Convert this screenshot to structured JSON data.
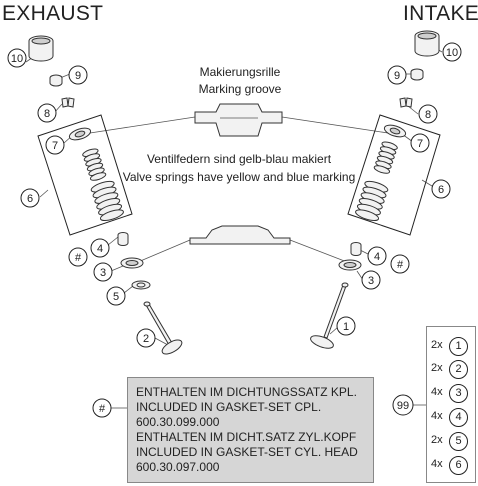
{
  "titles": {
    "exhaust": "EXHAUST",
    "intake": "INTAKE"
  },
  "notes": {
    "marking_de": "Makierungsrille",
    "marking_en": "Marking groove",
    "springs_de": "Ventilfedern sind gelb-blau makiert",
    "springs_en": "Valve springs have yellow and blue marking"
  },
  "callouts": {
    "exhaust": [
      "10",
      "9",
      "8",
      "7",
      "6",
      "#",
      "4",
      "3",
      "5",
      "2"
    ],
    "intake": [
      "10",
      "9",
      "8",
      "7",
      "6",
      "4",
      "#",
      "3",
      "1"
    ]
  },
  "gasket_box": {
    "ref": "#",
    "lines": [
      "ENTHALTEN IM DICHTUNGSSATZ KPL.",
      "INCLUDED IN GASKET-SET CPL.",
      "600.30.099.000",
      "ENTHALTEN IM DICHT.SATZ ZYL.KOPF",
      "INCLUDED IN GASKET-SET CYL. HEAD",
      "600.30.097.000"
    ]
  },
  "kit": {
    "ref": "99",
    "items": [
      {
        "qty": "2x",
        "part": "1"
      },
      {
        "qty": "2x",
        "part": "2"
      },
      {
        "qty": "4x",
        "part": "3"
      },
      {
        "qty": "4x",
        "part": "4"
      },
      {
        "qty": "2x",
        "part": "5"
      },
      {
        "qty": "4x",
        "part": "6"
      }
    ]
  }
}
